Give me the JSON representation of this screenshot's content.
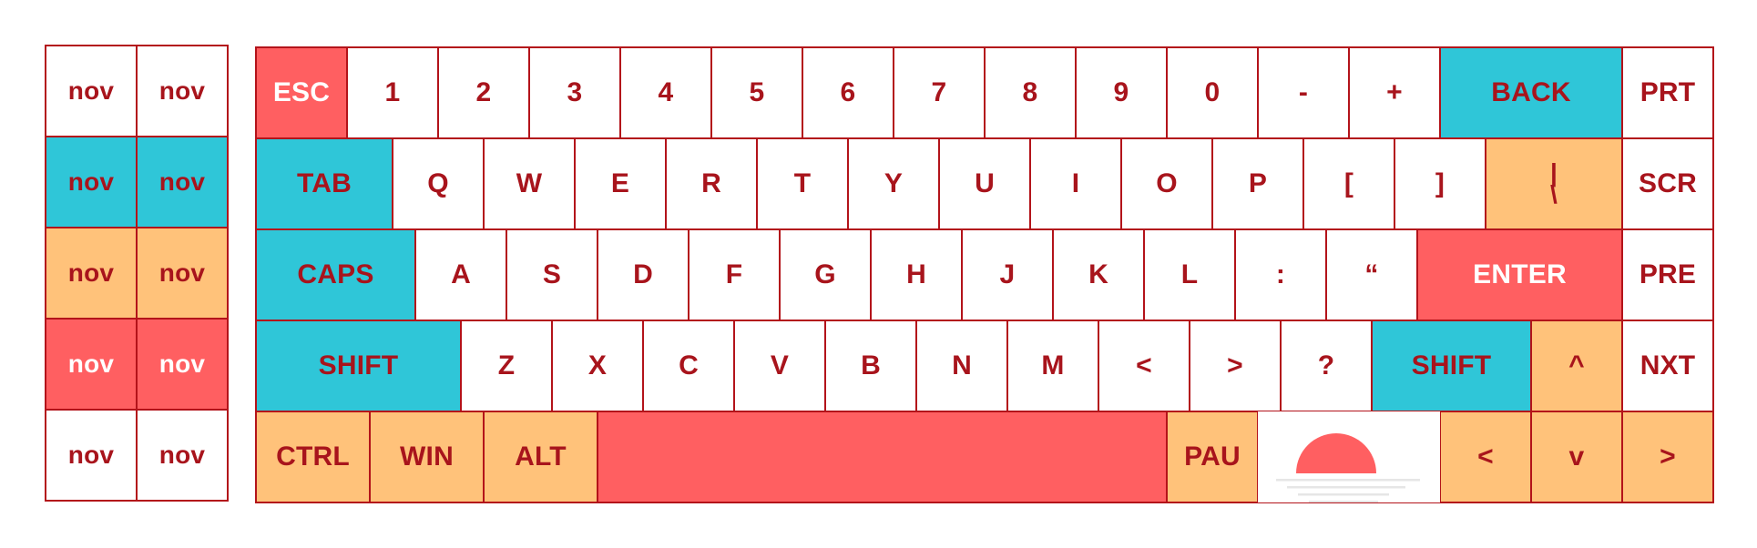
{
  "colors": {
    "white": "#ffffff",
    "red": "#ff5f61",
    "teal": "#2fc6d8",
    "orange": "#ffc27a",
    "border": "#b3131a",
    "text": "#a8141c"
  },
  "left_panel": {
    "rows": [
      {
        "color": "white",
        "keys": [
          "nov",
          "nov"
        ]
      },
      {
        "color": "teal",
        "keys": [
          "nov",
          "nov"
        ]
      },
      {
        "color": "orange",
        "keys": [
          "nov",
          "nov"
        ]
      },
      {
        "color": "red",
        "keys": [
          "nov",
          "nov"
        ]
      },
      {
        "color": "white",
        "keys": [
          "nov",
          "nov"
        ]
      }
    ]
  },
  "keyboard": {
    "row1": {
      "esc": "ESC",
      "numbers": [
        "1",
        "2",
        "3",
        "4",
        "5",
        "6",
        "7",
        "8",
        "9",
        "0",
        "-",
        "+"
      ],
      "back": "BACK",
      "prt": "PRT"
    },
    "row2": {
      "tab": "TAB",
      "letters": [
        "Q",
        "W",
        "E",
        "R",
        "T",
        "Y",
        "U",
        "I",
        "O",
        "P",
        "[",
        "]"
      ],
      "pipe_top": "|",
      "pipe_bottom": "\\",
      "scr": "SCR"
    },
    "row3": {
      "caps": "CAPS",
      "letters": [
        "A",
        "S",
        "D",
        "F",
        "G",
        "H",
        "J",
        "K",
        "L",
        ":",
        "“"
      ],
      "enter": "ENTER",
      "pre": "PRE"
    },
    "row4": {
      "shift_left": "SHIFT",
      "letters": [
        "Z",
        "X",
        "C",
        "V",
        "B",
        "N",
        "M",
        "<",
        ">",
        "?"
      ],
      "shift_right": "SHIFT",
      "up": "^",
      "nxt": "NXT"
    },
    "row5": {
      "ctrl": "CTRL",
      "win": "WIN",
      "alt": "ALT",
      "space": "",
      "pau": "PAU",
      "left": "<",
      "down": "v",
      "right": ">"
    }
  }
}
